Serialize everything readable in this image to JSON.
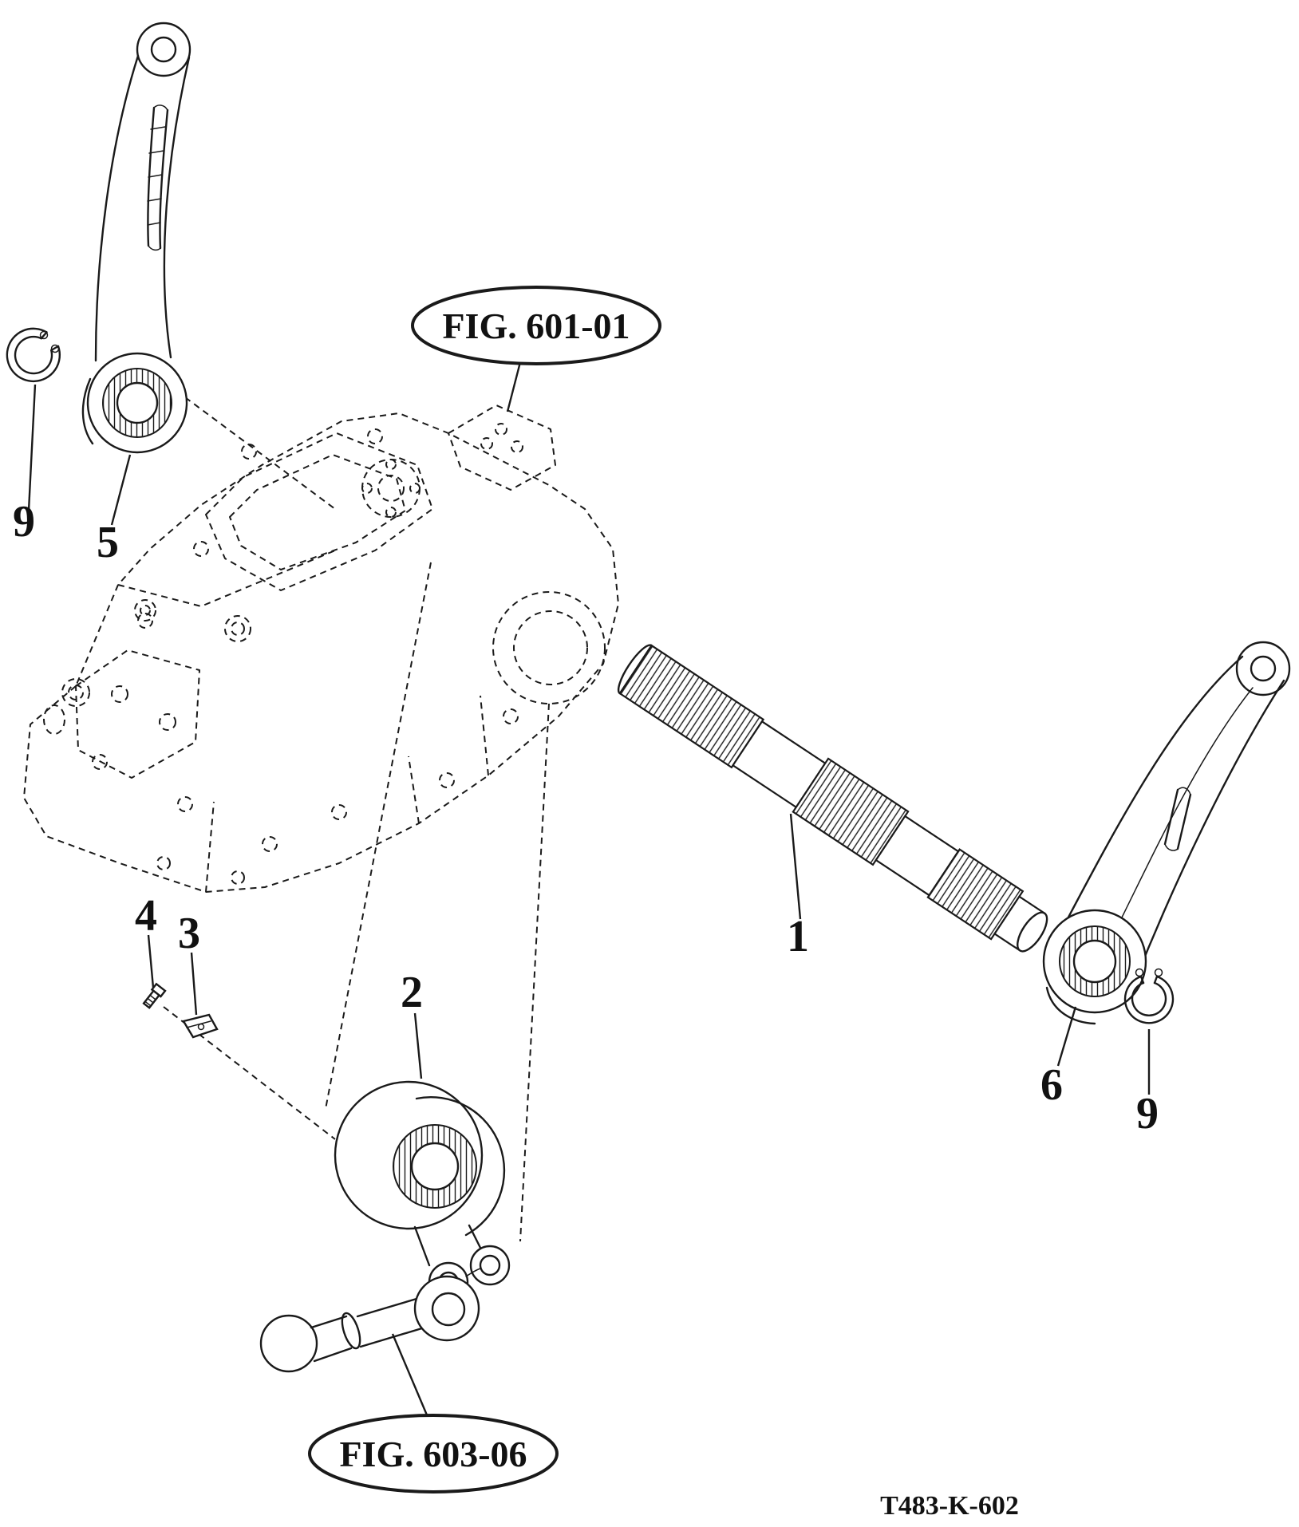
{
  "diagram": {
    "callouts": {
      "top": "FIG. 601-01",
      "bottom": "FIG. 603-06"
    },
    "drawing_code": "T483-K-602",
    "labels": {
      "part1": "1",
      "part2": "2",
      "part3": "3",
      "part4": "4",
      "part5": "5",
      "part6": "6",
      "part9_left": "9",
      "part9_right": "9"
    },
    "colors": {
      "line": "#1a1a1a",
      "background": "#ffffff"
    }
  }
}
